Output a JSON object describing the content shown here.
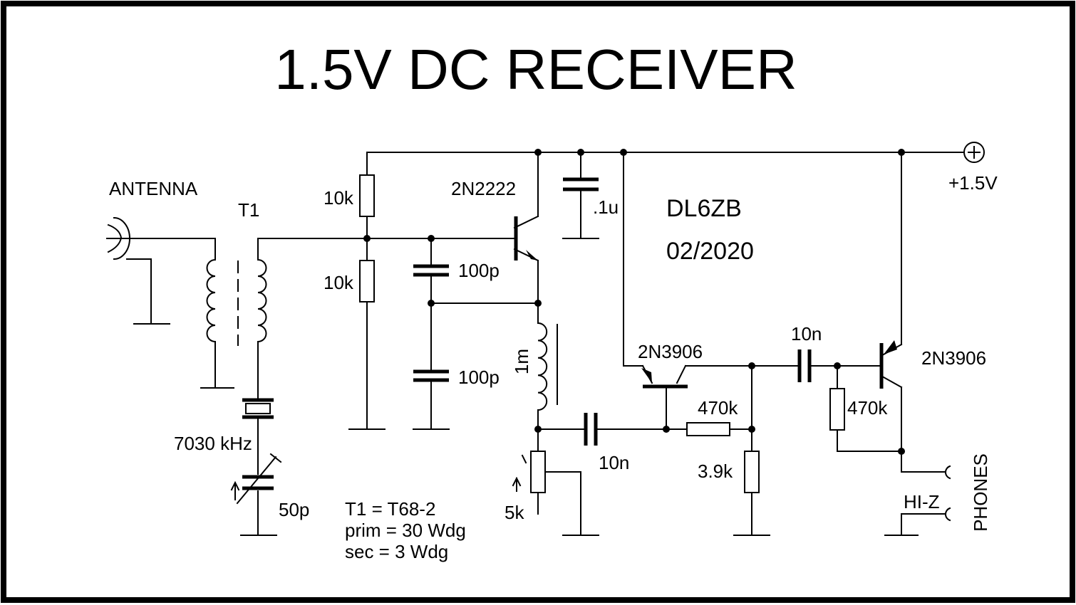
{
  "title": "1.5V DC RECEIVER",
  "author": "DL6ZB",
  "date": "02/2020",
  "labels": {
    "antenna": "ANTENNA",
    "t1": "T1",
    "r1": "10k",
    "r2": "10k",
    "q1": "2N2222",
    "c_bypass": ".1u",
    "c1": "100p",
    "c2": "100p",
    "l1": "1m",
    "crystal": "7030 kHz",
    "vcap": "50p",
    "pot": "5k",
    "c3": "10n",
    "q2": "2N3906",
    "r3": "470k",
    "r4": "3.9k",
    "c4": "10n",
    "q3": "2N3906",
    "r5": "470k",
    "supply": "+1.5V",
    "phones": "PHONES",
    "hiz": "HI-Z",
    "note1": "T1 = T68-2",
    "note2": "prim = 30 Wdg",
    "note3": "sec = 3 Wdg"
  }
}
